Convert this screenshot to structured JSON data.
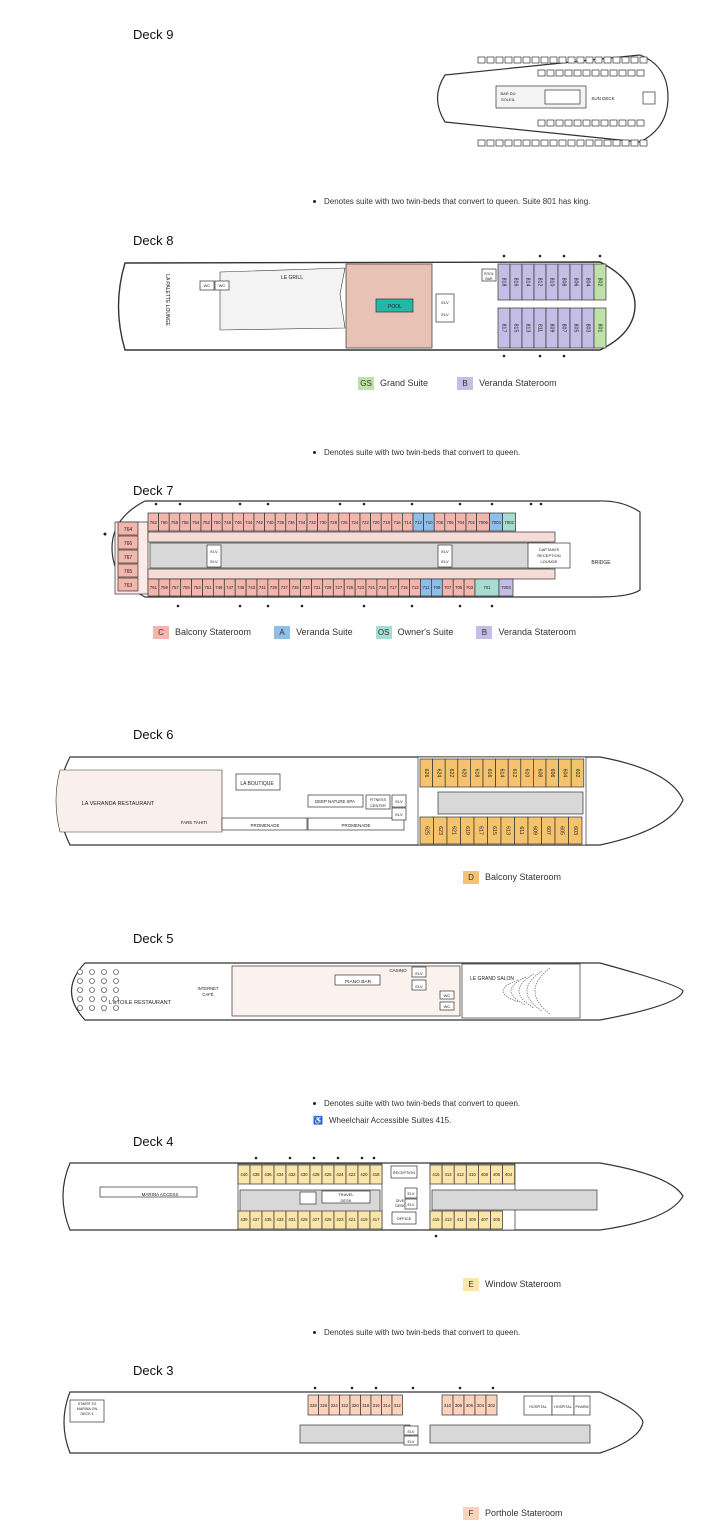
{
  "colors": {
    "balcony_c": "#f3b6ae",
    "veranda_suite_a": "#8fbfe8",
    "owners_suite_os": "#a7dcd0",
    "veranda_stateroom_b": "#c4bde6",
    "grand_suite_gs": "#bfe0a8",
    "balcony_d": "#f5c36d",
    "window_e": "#fbe5a8",
    "porthole_f": "#fbd3bd",
    "pool": "#22b8a8",
    "corridor": "#d8d8d8",
    "deck_wood": "#e8c3b5",
    "outline": "#333333"
  },
  "decks": [
    {
      "key": "deck9",
      "title": "Deck 9",
      "labels": {
        "bar": "BAR DU SOLEIL",
        "sun": "SUN DECK"
      }
    },
    {
      "key": "deck8",
      "title": "Deck 8",
      "labels": {
        "grill": "LE GRILL",
        "pool": "POOL",
        "pool_bar": "POOL BAR",
        "palette": "LA PALETTE LOUNGE",
        "wc": "WC",
        "elv": "ELV"
      },
      "cabins_top": [
        "818",
        "816",
        "814",
        "812",
        "810",
        "808",
        "806",
        "804",
        "802"
      ],
      "cabins_bottom": [
        "817",
        "815",
        "813",
        "811",
        "809",
        "807",
        "805",
        "803",
        "801"
      ]
    },
    {
      "key": "deck7",
      "title": "Deck 7",
      "labels": {
        "captain": "CAPTAIN'S RECEPTION LOUNGE",
        "bridge": "BRIDGE",
        "elv": "ELV"
      },
      "cabins_top": [
        "762",
        "760",
        "758",
        "756",
        "754",
        "752",
        "750",
        "748",
        "746",
        "744",
        "742",
        "740",
        "738",
        "736",
        "734",
        "732",
        "730",
        "728",
        "726",
        "724",
        "722",
        "720",
        "718",
        "716",
        "714",
        "712",
        "710",
        "708",
        "706",
        "704",
        "702",
        "7006",
        "7004",
        "7002"
      ],
      "cabins_bottom": [
        "761",
        "759",
        "757",
        "755",
        "753",
        "751",
        "749",
        "747",
        "745",
        "743",
        "741",
        "739",
        "737",
        "735",
        "733",
        "731",
        "729",
        "727",
        "725",
        "723",
        "721",
        "719",
        "717",
        "715",
        "713",
        "711",
        "709",
        "707",
        "705",
        "703",
        "701",
        "7003"
      ],
      "cabins_aft": [
        "764",
        "766",
        "767",
        "765",
        "763"
      ]
    },
    {
      "key": "deck6",
      "title": "Deck 6",
      "labels": {
        "veranda": "LA VERANDA RESTAURANT",
        "boutique": "LA BOUTIQUE",
        "spa": "DEEP NATURE SPA",
        "fitness": "FITNESS CENTER",
        "promenade": "PROMENADE",
        "faretahiti": "FARE TAHITI",
        "elv": "ELV"
      },
      "cabins_top": [
        "626",
        "624",
        "622",
        "620",
        "618",
        "616",
        "614",
        "612",
        "610",
        "608",
        "606",
        "604",
        "602"
      ],
      "cabins_bottom": [
        "625",
        "623",
        "621",
        "619",
        "617",
        "615",
        "613",
        "611",
        "609",
        "607",
        "605",
        "603"
      ]
    },
    {
      "key": "deck5",
      "title": "Deck 5",
      "labels": {
        "grand_salon": "LE GRAND SALON",
        "piano": "PIANO BAR",
        "casino": "CASINO",
        "internet": "INTERNET CAFÉ",
        "etoile": "L'ETOILE RESTAURANT",
        "elv": "ELV",
        "wc": "WC"
      }
    },
    {
      "key": "deck4",
      "title": "Deck 4",
      "labels": {
        "reception": "RECEPTION",
        "travel": "TRAVEL DESK",
        "dive": "DIVE DESK",
        "office": "OFFICE",
        "marina": "MARINA ACCESS",
        "elv": "ELV"
      },
      "cabins_top": [
        "440",
        "438",
        "436",
        "434",
        "432",
        "430",
        "428",
        "426",
        "424",
        "422",
        "420",
        "418",
        "416",
        "414",
        "412",
        "410",
        "408",
        "406",
        "404"
      ],
      "cabins_bottom": [
        "439",
        "437",
        "435",
        "433",
        "431",
        "429",
        "427",
        "425",
        "423",
        "421",
        "419",
        "417",
        "415",
        "413",
        "411",
        "409",
        "407",
        "405"
      ]
    },
    {
      "key": "deck3",
      "title": "Deck 3",
      "labels": {
        "stairs": "STAIRS TO MARINA ON DECK 4",
        "hospital1": "HOSPITAL",
        "hospital2": "HOSPITAL",
        "pharm": "PHARM",
        "elv": "ELV"
      },
      "cabins_top": [
        "328",
        "326",
        "324",
        "322",
        "320",
        "318",
        "316",
        "314",
        "312",
        "310",
        "308",
        "306",
        "304",
        "302"
      ]
    }
  ],
  "notes": {
    "deck9_note": "Denotes suite with two twin-beds that convert to queen.  Suite 801 has king.",
    "deck8_note": "Denotes suite with two twin-beds that convert to queen.",
    "deck5_note": "Denotes suite with two twin-beds that convert to queen.",
    "deck5_wheelchair": "Wheelchair Accessible Suites 415.",
    "deck4_note": "Denotes suite with two twin-beds that convert to queen."
  },
  "legends": {
    "deck8": [
      {
        "code": "GS",
        "label": "Grand Suite",
        "color": "#bfe0a8"
      },
      {
        "code": "B",
        "label": "Veranda Stateroom",
        "color": "#c4bde6"
      }
    ],
    "deck7": [
      {
        "code": "C",
        "label": "Balcony Stateroom",
        "color": "#f3b6ae"
      },
      {
        "code": "A",
        "label": "Veranda Suite",
        "color": "#8fbfe8"
      },
      {
        "code": "OS",
        "label": "Owner's Suite",
        "color": "#a7dcd0"
      },
      {
        "code": "B",
        "label": "Veranda Stateroom",
        "color": "#c4bde6"
      }
    ],
    "deck6": [
      {
        "code": "D",
        "label": "Balcony Stateroom",
        "color": "#f5c36d"
      }
    ],
    "deck4": [
      {
        "code": "E",
        "label": "Window Stateroom",
        "color": "#fbe5a8"
      }
    ],
    "deck3": [
      {
        "code": "F",
        "label": "Porthole Stateroom",
        "color": "#fbd3bd"
      }
    ]
  }
}
